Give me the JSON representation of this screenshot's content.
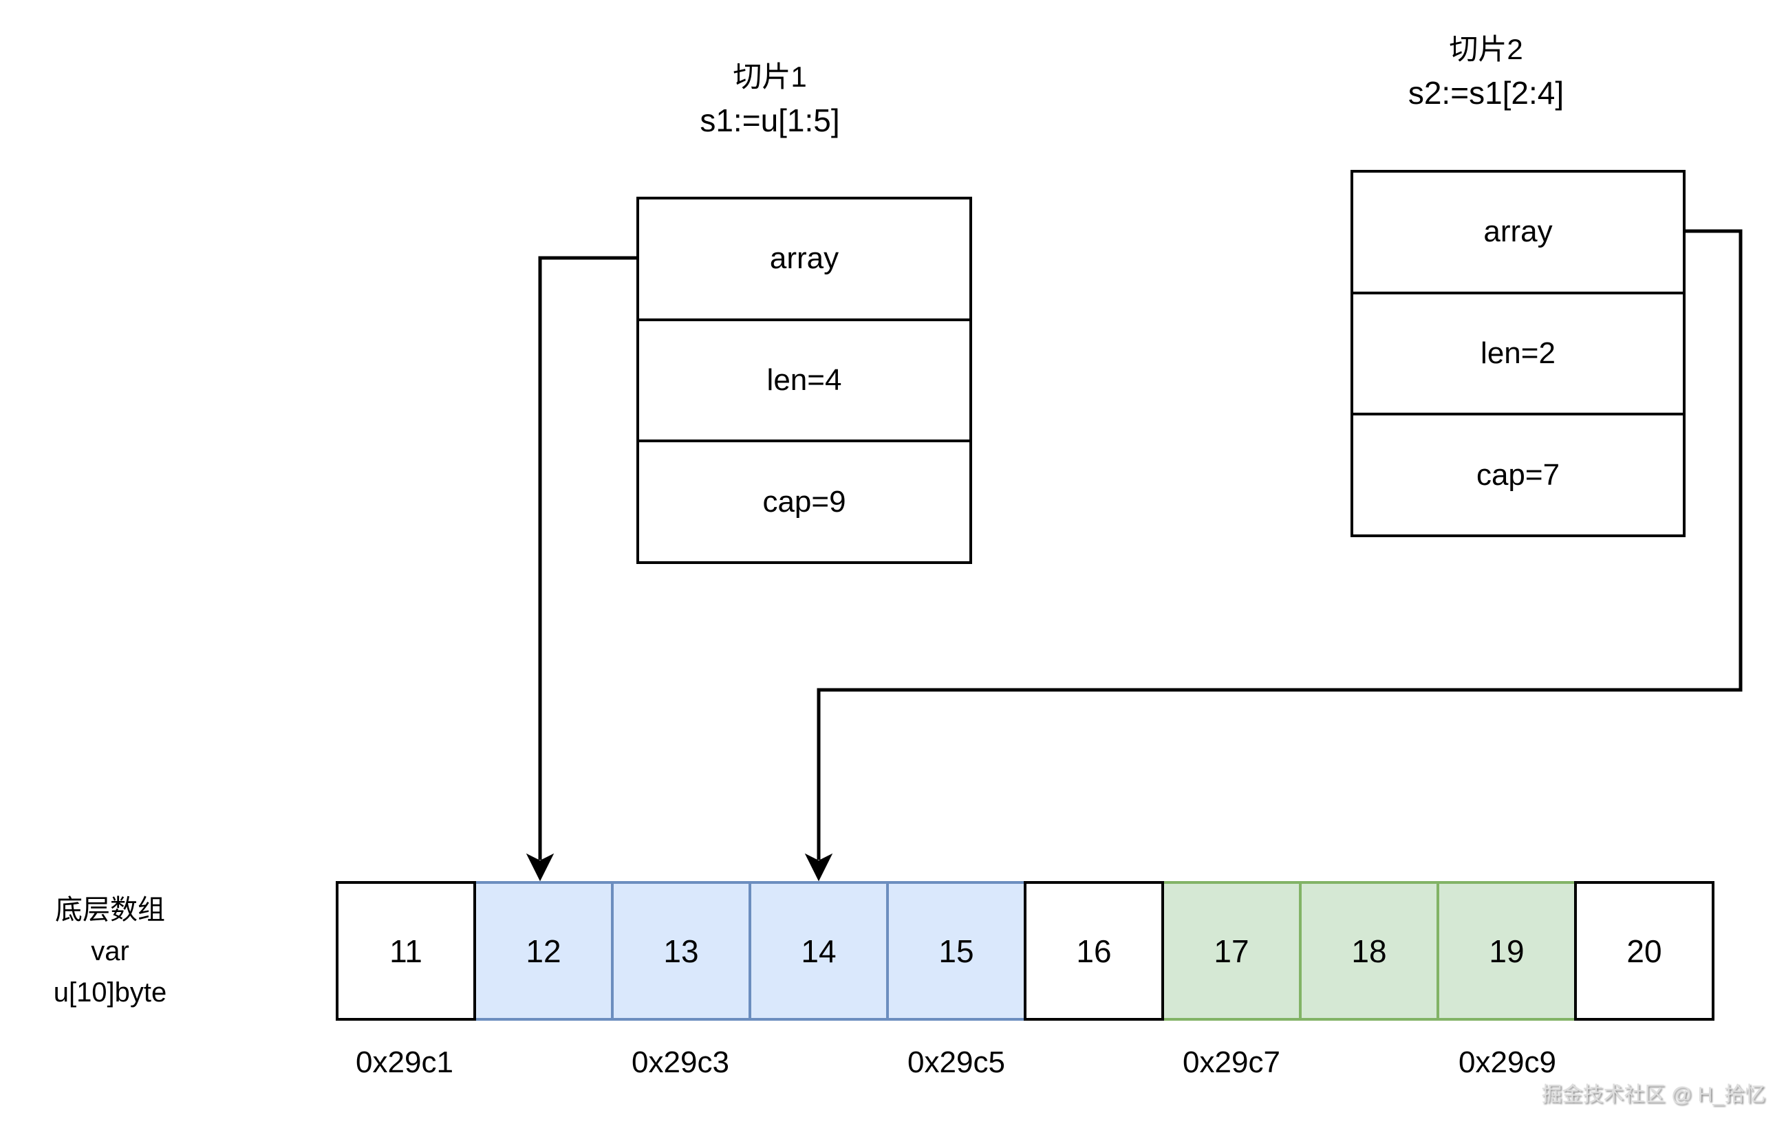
{
  "slice1": {
    "title": "切片1",
    "subtitle": "s1:=u[1:5]",
    "fields": [
      "array",
      "len=4",
      "cap=9"
    ]
  },
  "slice2": {
    "title": "切片2",
    "subtitle": "s2:=s1[2:4]",
    "fields": [
      "array",
      "len=2",
      "cap=7"
    ]
  },
  "underlying_array": {
    "label_lines": [
      "底层数组",
      "var",
      "u[10]byte"
    ],
    "cells": [
      {
        "value": "11",
        "highlight": "none"
      },
      {
        "value": "12",
        "highlight": "blue"
      },
      {
        "value": "13",
        "highlight": "blue"
      },
      {
        "value": "14",
        "highlight": "blue"
      },
      {
        "value": "15",
        "highlight": "blue"
      },
      {
        "value": "16",
        "highlight": "none"
      },
      {
        "value": "17",
        "highlight": "green"
      },
      {
        "value": "18",
        "highlight": "green"
      },
      {
        "value": "19",
        "highlight": "green"
      },
      {
        "value": "20",
        "highlight": "none"
      }
    ],
    "addresses": [
      "0x29c1",
      "0x29c3",
      "0x29c5",
      "0x29c7",
      "0x29c9"
    ]
  },
  "watermark": "掘金技术社区 @ H_拾忆",
  "colors": {
    "slice1_range_fill": "#dae8fc",
    "slice1_range_stroke": "#6c8ebf",
    "slice2_range_fill": "#d5e8d4",
    "slice2_range_stroke": "#82b366",
    "line": "#000000"
  }
}
